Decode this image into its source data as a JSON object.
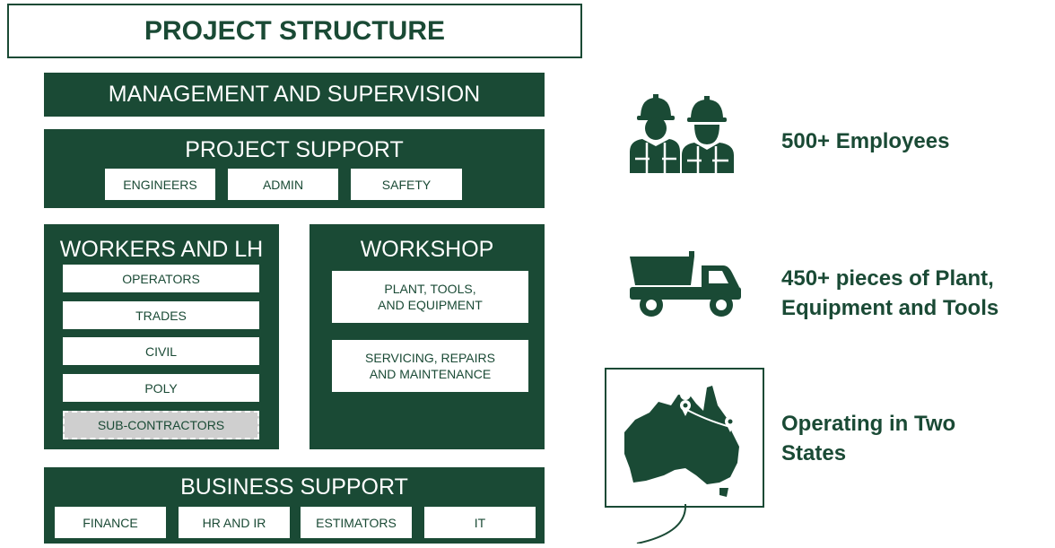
{
  "title": "PROJECT STRUCTURE",
  "management": "MANAGEMENT AND SUPERVISION",
  "project_support": {
    "heading": "PROJECT SUPPORT",
    "items": [
      "ENGINEERS",
      "ADMIN",
      "SAFETY"
    ]
  },
  "workers": {
    "heading": "WORKERS AND LH",
    "items": [
      "OPERATORS",
      "TRADES",
      "CIVIL",
      "POLY"
    ],
    "subcontractors": "SUB-CONTRACTORS"
  },
  "workshop": {
    "heading": "WORKSHOP",
    "items": [
      {
        "line1": "PLANT, TOOLS,",
        "line2": "AND EQUIPMENT"
      },
      {
        "line1": "SERVICING, REPAIRS",
        "line2": "AND MAINTENANCE"
      }
    ]
  },
  "business_support": {
    "heading": "BUSINESS SUPPORT",
    "items": [
      "FINANCE",
      "HR AND IR",
      "ESTIMATORS",
      "IT"
    ]
  },
  "stats": [
    {
      "icon": "workers-icon",
      "line1": "500+ Employees"
    },
    {
      "icon": "dump-truck-icon",
      "line1": "450+ pieces of Plant,",
      "line2": "Equipment and Tools"
    },
    {
      "icon": "australia-map-icon",
      "line1": "Operating in Two",
      "line2": "States"
    }
  ],
  "colors": {
    "primary": "#1a4a35",
    "subcontractor_fill": "#cfcfcf"
  }
}
